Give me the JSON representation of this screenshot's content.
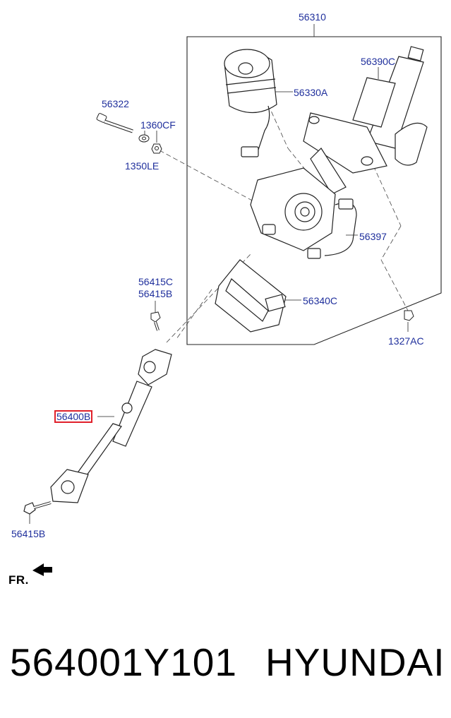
{
  "diagram": {
    "labels": {
      "l56310": "56310",
      "l56390C": "56390C",
      "l56322": "56322",
      "l1360CF": "1360CF",
      "l56330A": "56330A",
      "l1350LE": "1350LE",
      "l56397": "56397",
      "l56415C": "56415C",
      "l56415B_top": "56415B",
      "l56340C": "56340C",
      "l1327AC": "1327AC",
      "l56400B": "56400B",
      "l56415B_bottom": "56415B"
    },
    "highlighted_part": "56400B",
    "highlight_color": "#e0202a",
    "label_color": "#1f2f9c",
    "front_marker": "FR."
  },
  "footer": {
    "part_number": "564001Y101",
    "brand": "HYUNDAI"
  }
}
